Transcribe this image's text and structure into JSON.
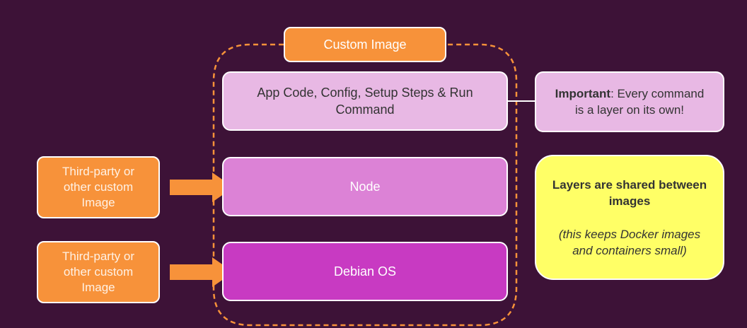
{
  "diagram": {
    "title": "Custom Image",
    "layers": {
      "app": "App Code, Config, Setup Steps & Run Command",
      "node": "Node",
      "debian": "Debian OS"
    },
    "sources": [
      "Third-party or other custom Image",
      "Third-party or other custom Image"
    ],
    "important_note": {
      "label": "Important",
      "text": ": Every command is a layer on its own!"
    },
    "shared_note": {
      "heading": "Layers are shared between images",
      "detail": "(this keeps Docker images and containers small)"
    },
    "colors": {
      "background": "#3d1237",
      "orange": "#f7923a",
      "light_pink": "#e8b8e4",
      "pink": "#dc82d6",
      "magenta": "#c83ac2",
      "yellow": "#ffff66"
    }
  }
}
